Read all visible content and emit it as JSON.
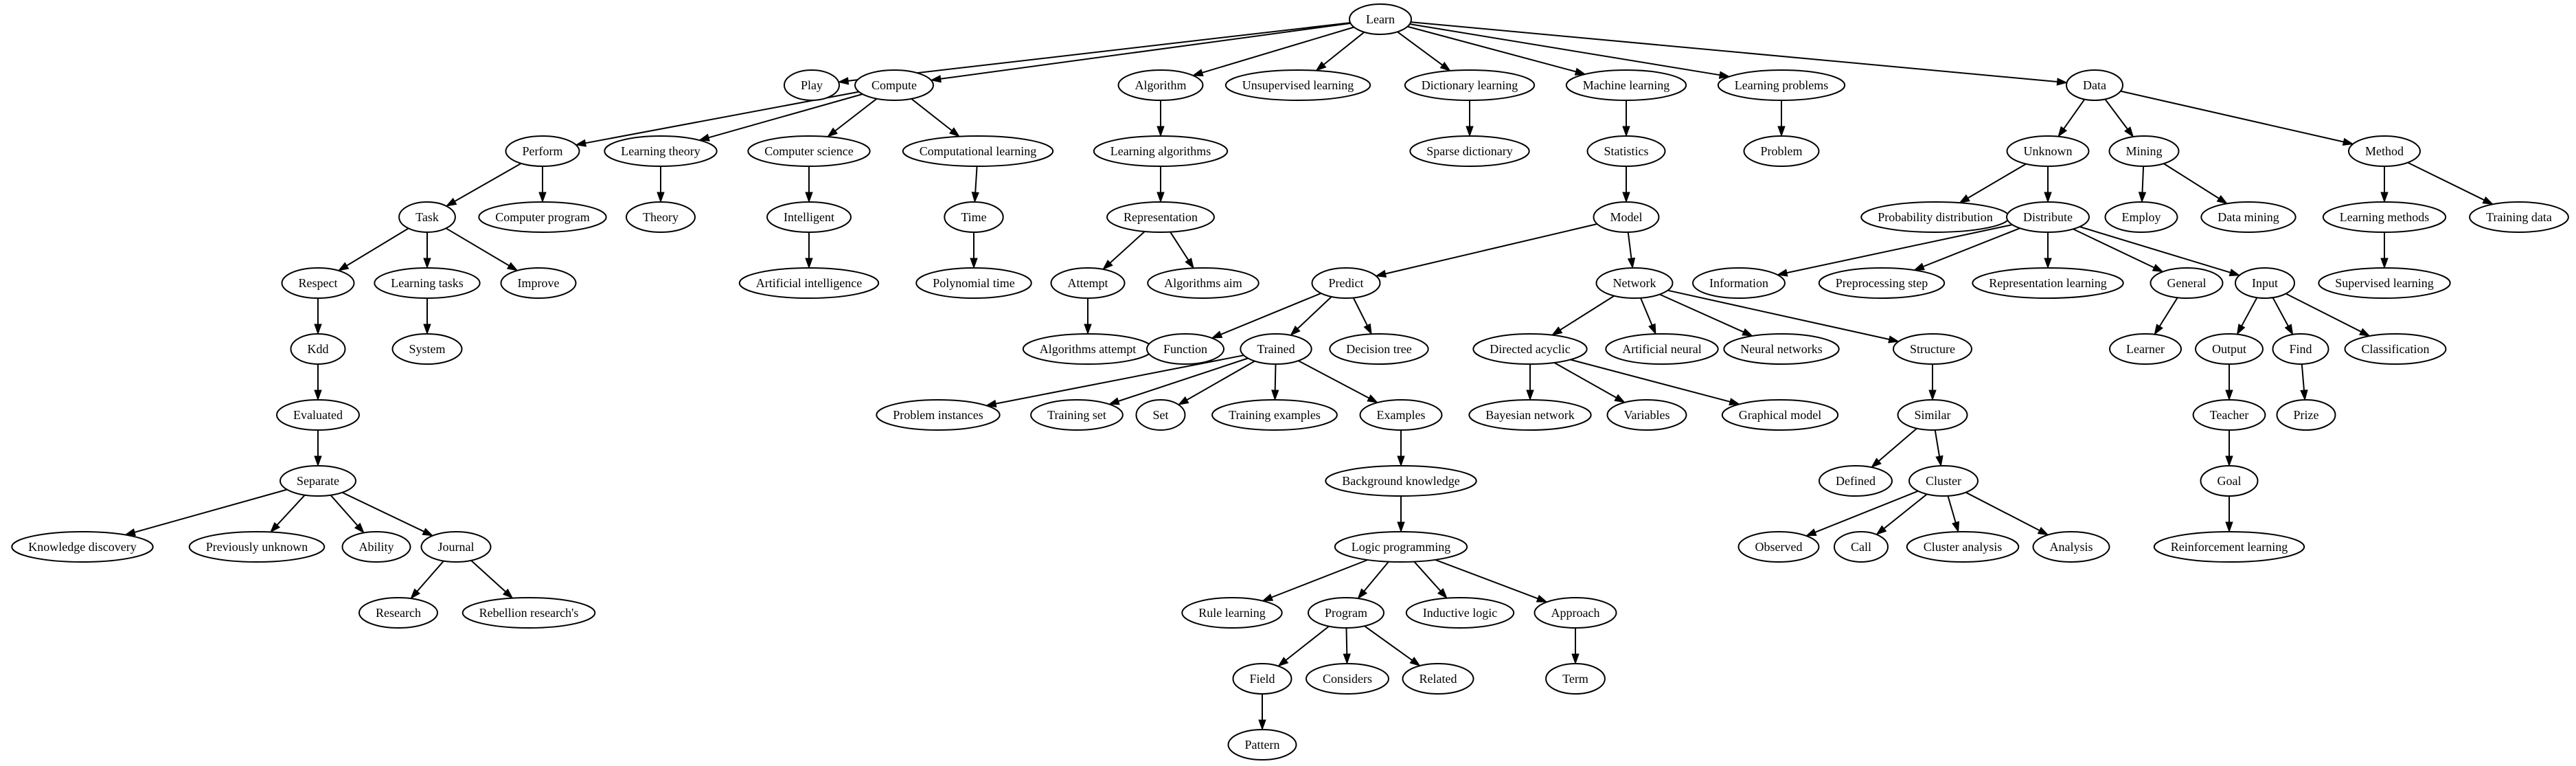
{
  "diagram": {
    "nodes": [
      {
        "id": "learn",
        "label": "Learn"
      },
      {
        "id": "play",
        "label": "Play"
      },
      {
        "id": "compute",
        "label": "Compute"
      },
      {
        "id": "algorithm",
        "label": "Algorithm"
      },
      {
        "id": "unsupervised_learning",
        "label": "Unsupervised learning"
      },
      {
        "id": "dictionary_learning",
        "label": "Dictionary learning"
      },
      {
        "id": "machine_learning",
        "label": "Machine learning"
      },
      {
        "id": "learning_problems",
        "label": "Learning problems"
      },
      {
        "id": "data",
        "label": "Data"
      },
      {
        "id": "perform",
        "label": "Perform"
      },
      {
        "id": "learning_theory",
        "label": "Learning theory"
      },
      {
        "id": "computer_science",
        "label": "Computer science"
      },
      {
        "id": "computational_learning",
        "label": "Computational learning"
      },
      {
        "id": "learning_algorithms",
        "label": "Learning algorithms"
      },
      {
        "id": "sparse_dictionary",
        "label": "Sparse dictionary"
      },
      {
        "id": "statistics",
        "label": "Statistics"
      },
      {
        "id": "problem",
        "label": "Problem"
      },
      {
        "id": "unknown",
        "label": "Unknown"
      },
      {
        "id": "mining",
        "label": "Mining"
      },
      {
        "id": "method",
        "label": "Method"
      },
      {
        "id": "task",
        "label": "Task"
      },
      {
        "id": "computer_program",
        "label": "Computer program"
      },
      {
        "id": "theory",
        "label": "Theory"
      },
      {
        "id": "intelligent",
        "label": "Intelligent"
      },
      {
        "id": "time",
        "label": "Time"
      },
      {
        "id": "representation",
        "label": "Representation"
      },
      {
        "id": "model",
        "label": "Model"
      },
      {
        "id": "probability_distribution",
        "label": "Probability distribution"
      },
      {
        "id": "distribute",
        "label": "Distribute"
      },
      {
        "id": "employ",
        "label": "Employ"
      },
      {
        "id": "data_mining",
        "label": "Data mining"
      },
      {
        "id": "learning_methods",
        "label": "Learning methods"
      },
      {
        "id": "training_data",
        "label": "Training data"
      },
      {
        "id": "respect",
        "label": "Respect"
      },
      {
        "id": "learning_tasks",
        "label": "Learning tasks"
      },
      {
        "id": "improve",
        "label": "Improve"
      },
      {
        "id": "artificial_intelligence",
        "label": "Artificial intelligence"
      },
      {
        "id": "polynomial_time",
        "label": "Polynomial time"
      },
      {
        "id": "attempt",
        "label": "Attempt"
      },
      {
        "id": "algorithms_aim",
        "label": "Algorithms aim"
      },
      {
        "id": "predict",
        "label": "Predict"
      },
      {
        "id": "network",
        "label": "Network"
      },
      {
        "id": "information",
        "label": "Information"
      },
      {
        "id": "preprocessing_step",
        "label": "Preprocessing step"
      },
      {
        "id": "representation_learning",
        "label": "Representation learning"
      },
      {
        "id": "general",
        "label": "General"
      },
      {
        "id": "input",
        "label": "Input"
      },
      {
        "id": "supervised_learning",
        "label": "Supervised learning"
      },
      {
        "id": "kdd",
        "label": "Kdd"
      },
      {
        "id": "system",
        "label": "System"
      },
      {
        "id": "algorithms_attempt",
        "label": "Algorithms attempt"
      },
      {
        "id": "function",
        "label": "Function"
      },
      {
        "id": "trained",
        "label": "Trained"
      },
      {
        "id": "decision_tree",
        "label": "Decision tree"
      },
      {
        "id": "directed_acyclic",
        "label": "Directed acyclic"
      },
      {
        "id": "artificial_neural",
        "label": "Artificial neural"
      },
      {
        "id": "neural_networks",
        "label": "Neural networks"
      },
      {
        "id": "structure",
        "label": "Structure"
      },
      {
        "id": "learner",
        "label": "Learner"
      },
      {
        "id": "output",
        "label": "Output"
      },
      {
        "id": "find",
        "label": "Find"
      },
      {
        "id": "classification",
        "label": "Classification"
      },
      {
        "id": "evaluated",
        "label": "Evaluated"
      },
      {
        "id": "problem_instances",
        "label": "Problem instances"
      },
      {
        "id": "training_set",
        "label": "Training set"
      },
      {
        "id": "set",
        "label": "Set"
      },
      {
        "id": "training_examples",
        "label": "Training examples"
      },
      {
        "id": "examples",
        "label": "Examples"
      },
      {
        "id": "bayesian_network",
        "label": "Bayesian network"
      },
      {
        "id": "variables",
        "label": "Variables"
      },
      {
        "id": "graphical_model",
        "label": "Graphical model"
      },
      {
        "id": "similar",
        "label": "Similar"
      },
      {
        "id": "teacher",
        "label": "Teacher"
      },
      {
        "id": "prize",
        "label": "Prize"
      },
      {
        "id": "separate",
        "label": "Separate"
      },
      {
        "id": "background_knowledge",
        "label": "Background knowledge"
      },
      {
        "id": "defined",
        "label": "Defined"
      },
      {
        "id": "cluster",
        "label": "Cluster"
      },
      {
        "id": "goal",
        "label": "Goal"
      },
      {
        "id": "knowledge_discovery",
        "label": "Knowledge discovery"
      },
      {
        "id": "previously_unknown",
        "label": "Previously unknown"
      },
      {
        "id": "ability",
        "label": "Ability"
      },
      {
        "id": "journal",
        "label": "Journal"
      },
      {
        "id": "logic_programming",
        "label": "Logic programming"
      },
      {
        "id": "observed",
        "label": "Observed"
      },
      {
        "id": "call",
        "label": "Call"
      },
      {
        "id": "cluster_analysis",
        "label": "Cluster analysis"
      },
      {
        "id": "analysis",
        "label": "Analysis"
      },
      {
        "id": "reinforcement_learning",
        "label": "Reinforcement learning"
      },
      {
        "id": "research",
        "label": "Research"
      },
      {
        "id": "rebellion_researchs",
        "label": "Rebellion research's"
      },
      {
        "id": "rule_learning",
        "label": "Rule learning"
      },
      {
        "id": "program",
        "label": "Program"
      },
      {
        "id": "inductive_logic",
        "label": "Inductive logic"
      },
      {
        "id": "approach",
        "label": "Approach"
      },
      {
        "id": "field",
        "label": "Field"
      },
      {
        "id": "considers",
        "label": "Considers"
      },
      {
        "id": "related",
        "label": "Related"
      },
      {
        "id": "term",
        "label": "Term"
      },
      {
        "id": "pattern",
        "label": "Pattern"
      }
    ],
    "edges": [
      [
        "learn",
        "play"
      ],
      [
        "learn",
        "compute"
      ],
      [
        "learn",
        "algorithm"
      ],
      [
        "learn",
        "unsupervised_learning"
      ],
      [
        "learn",
        "dictionary_learning"
      ],
      [
        "learn",
        "machine_learning"
      ],
      [
        "learn",
        "learning_problems"
      ],
      [
        "learn",
        "data"
      ],
      [
        "compute",
        "perform"
      ],
      [
        "compute",
        "learning_theory"
      ],
      [
        "compute",
        "computer_science"
      ],
      [
        "compute",
        "computational_learning"
      ],
      [
        "algorithm",
        "learning_algorithms"
      ],
      [
        "dictionary_learning",
        "sparse_dictionary"
      ],
      [
        "machine_learning",
        "statistics"
      ],
      [
        "learning_problems",
        "problem"
      ],
      [
        "data",
        "unknown"
      ],
      [
        "data",
        "mining"
      ],
      [
        "data",
        "method"
      ],
      [
        "perform",
        "task"
      ],
      [
        "perform",
        "computer_program"
      ],
      [
        "learning_theory",
        "theory"
      ],
      [
        "computer_science",
        "intelligent"
      ],
      [
        "computational_learning",
        "time"
      ],
      [
        "learning_algorithms",
        "representation"
      ],
      [
        "statistics",
        "model"
      ],
      [
        "unknown",
        "probability_distribution"
      ],
      [
        "unknown",
        "distribute"
      ],
      [
        "mining",
        "employ"
      ],
      [
        "mining",
        "data_mining"
      ],
      [
        "method",
        "learning_methods"
      ],
      [
        "method",
        "training_data"
      ],
      [
        "task",
        "respect"
      ],
      [
        "task",
        "learning_tasks"
      ],
      [
        "task",
        "improve"
      ],
      [
        "intelligent",
        "artificial_intelligence"
      ],
      [
        "time",
        "polynomial_time"
      ],
      [
        "representation",
        "attempt"
      ],
      [
        "representation",
        "algorithms_aim"
      ],
      [
        "model",
        "predict"
      ],
      [
        "model",
        "network"
      ],
      [
        "distribute",
        "information"
      ],
      [
        "distribute",
        "preprocessing_step"
      ],
      [
        "distribute",
        "representation_learning"
      ],
      [
        "distribute",
        "general"
      ],
      [
        "distribute",
        "input"
      ],
      [
        "learning_methods",
        "supervised_learning"
      ],
      [
        "respect",
        "kdd"
      ],
      [
        "learning_tasks",
        "system"
      ],
      [
        "attempt",
        "algorithms_attempt"
      ],
      [
        "predict",
        "function"
      ],
      [
        "predict",
        "trained"
      ],
      [
        "predict",
        "decision_tree"
      ],
      [
        "network",
        "directed_acyclic"
      ],
      [
        "network",
        "artificial_neural"
      ],
      [
        "network",
        "neural_networks"
      ],
      [
        "network",
        "structure"
      ],
      [
        "general",
        "learner"
      ],
      [
        "input",
        "output"
      ],
      [
        "input",
        "find"
      ],
      [
        "input",
        "classification"
      ],
      [
        "kdd",
        "evaluated"
      ],
      [
        "trained",
        "problem_instances"
      ],
      [
        "trained",
        "training_set"
      ],
      [
        "trained",
        "set"
      ],
      [
        "trained",
        "training_examples"
      ],
      [
        "trained",
        "examples"
      ],
      [
        "directed_acyclic",
        "bayesian_network"
      ],
      [
        "directed_acyclic",
        "variables"
      ],
      [
        "directed_acyclic",
        "graphical_model"
      ],
      [
        "structure",
        "similar"
      ],
      [
        "output",
        "teacher"
      ],
      [
        "find",
        "prize"
      ],
      [
        "evaluated",
        "separate"
      ],
      [
        "examples",
        "background_knowledge"
      ],
      [
        "similar",
        "defined"
      ],
      [
        "similar",
        "cluster"
      ],
      [
        "teacher",
        "goal"
      ],
      [
        "separate",
        "knowledge_discovery"
      ],
      [
        "separate",
        "previously_unknown"
      ],
      [
        "separate",
        "ability"
      ],
      [
        "separate",
        "journal"
      ],
      [
        "background_knowledge",
        "logic_programming"
      ],
      [
        "cluster",
        "observed"
      ],
      [
        "cluster",
        "call"
      ],
      [
        "cluster",
        "cluster_analysis"
      ],
      [
        "cluster",
        "analysis"
      ],
      [
        "goal",
        "reinforcement_learning"
      ],
      [
        "journal",
        "research"
      ],
      [
        "journal",
        "rebellion_researchs"
      ],
      [
        "logic_programming",
        "rule_learning"
      ],
      [
        "logic_programming",
        "program"
      ],
      [
        "logic_programming",
        "inductive_logic"
      ],
      [
        "logic_programming",
        "approach"
      ],
      [
        "program",
        "field"
      ],
      [
        "program",
        "considers"
      ],
      [
        "program",
        "related"
      ],
      [
        "approach",
        "term"
      ],
      [
        "field",
        "pattern"
      ]
    ]
  }
}
